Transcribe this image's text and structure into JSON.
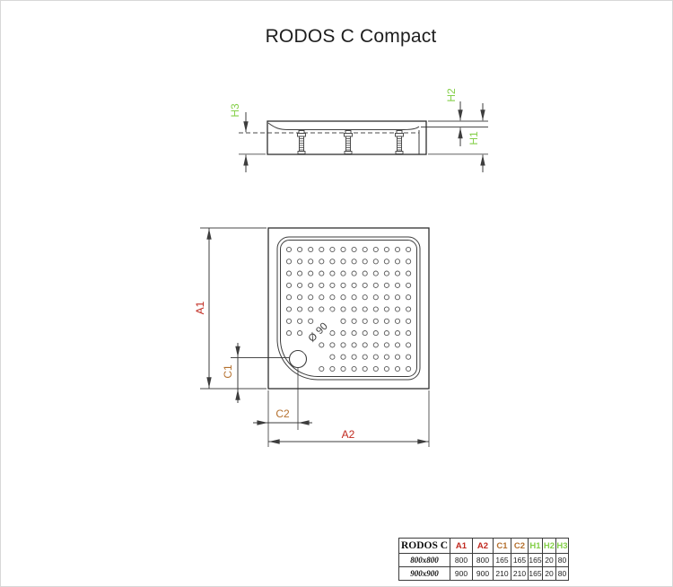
{
  "title": "RODOS C Compact",
  "drawing": {
    "dim_labels": {
      "a1": "A1",
      "a2": "A2",
      "c1": "C1",
      "c2": "C2",
      "h1": "H1",
      "h2": "H2",
      "h3": "H3"
    },
    "drain_label": "Ø 90",
    "colors": {
      "a": "#c12a20",
      "c": "#b5712f",
      "h": "#84cf48",
      "line": "#3d3d3d"
    },
    "dots": {
      "cols": 12,
      "rows": 11
    }
  },
  "table": {
    "header": [
      "RODOS C",
      "A1",
      "A2",
      "C1",
      "C2",
      "H1",
      "H2",
      "H3"
    ],
    "rows": [
      {
        "model": "800x800",
        "values": [
          "800",
          "800",
          "165",
          "165",
          "165",
          "20",
          "80"
        ]
      },
      {
        "model": "900x900",
        "values": [
          "900",
          "900",
          "210",
          "210",
          "165",
          "20",
          "80"
        ]
      }
    ]
  }
}
